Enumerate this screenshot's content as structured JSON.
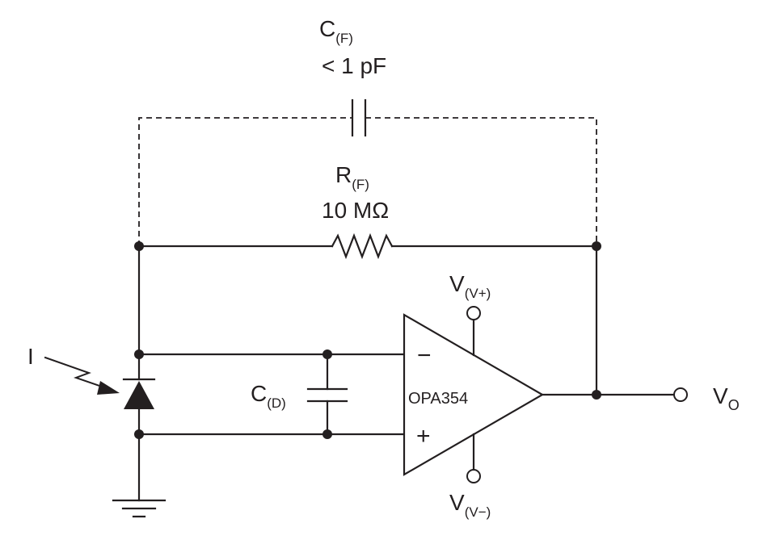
{
  "diagram": {
    "colors": {
      "ink": "#231f20",
      "background": "#ffffff"
    },
    "feedback_capacitor": {
      "name_main": "C",
      "name_sub": "(F)",
      "value": "< 1 pF"
    },
    "feedback_resistor": {
      "name_main": "R",
      "name_sub": "(F)",
      "value": "10 MΩ"
    },
    "diode_capacitor": {
      "name_main": "C",
      "name_sub": "(D)"
    },
    "photocurrent": {
      "label": "I"
    },
    "opamp": {
      "part": "OPA354",
      "inverting_symbol": "−",
      "noninverting_symbol": "+",
      "supply_pos": {
        "main": "V",
        "sub": "(V+)"
      },
      "supply_neg": {
        "main": "V",
        "sub": "(V−)"
      }
    },
    "output": {
      "main": "V",
      "sub": "O"
    }
  }
}
